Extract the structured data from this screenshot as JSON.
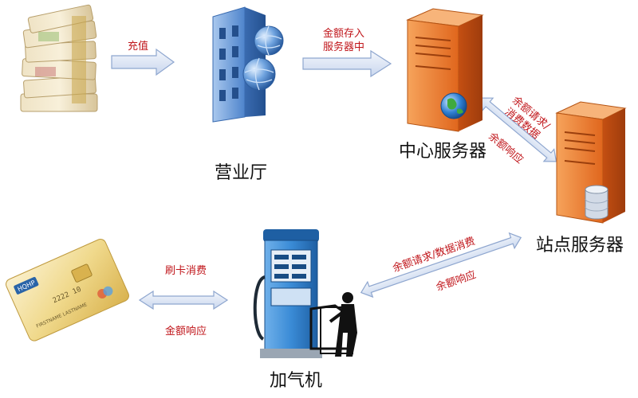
{
  "nodes": {
    "business_hall": "营业厅",
    "central_server": "中心服务器",
    "station_server": "站点服务器",
    "gas_dispenser": "加气机"
  },
  "edges": {
    "recharge": "充值",
    "amount_store_line1": "金额存入",
    "amount_store_line2": "服务器中",
    "balance_req_line1": "余额请求/",
    "balance_req_line2": "消费数据",
    "balance_resp": "余额响应",
    "station_req": "余额请求/数据消费",
    "station_resp": "余额响应",
    "swipe": "刷卡消费",
    "amount_resp": "金额响应"
  },
  "card_text": {
    "brand": "HQHP",
    "number": "2222 10",
    "name": "FIRSTNAME LASTNAME"
  },
  "colors": {
    "arrow_fill": "#dde6f5",
    "arrow_stroke": "#8ea6cf",
    "label_red": "#c0151a",
    "server_orange": "#e8782e",
    "building_blue": "#5f93d6",
    "dispenser_blue": "#2f7fc8"
  }
}
